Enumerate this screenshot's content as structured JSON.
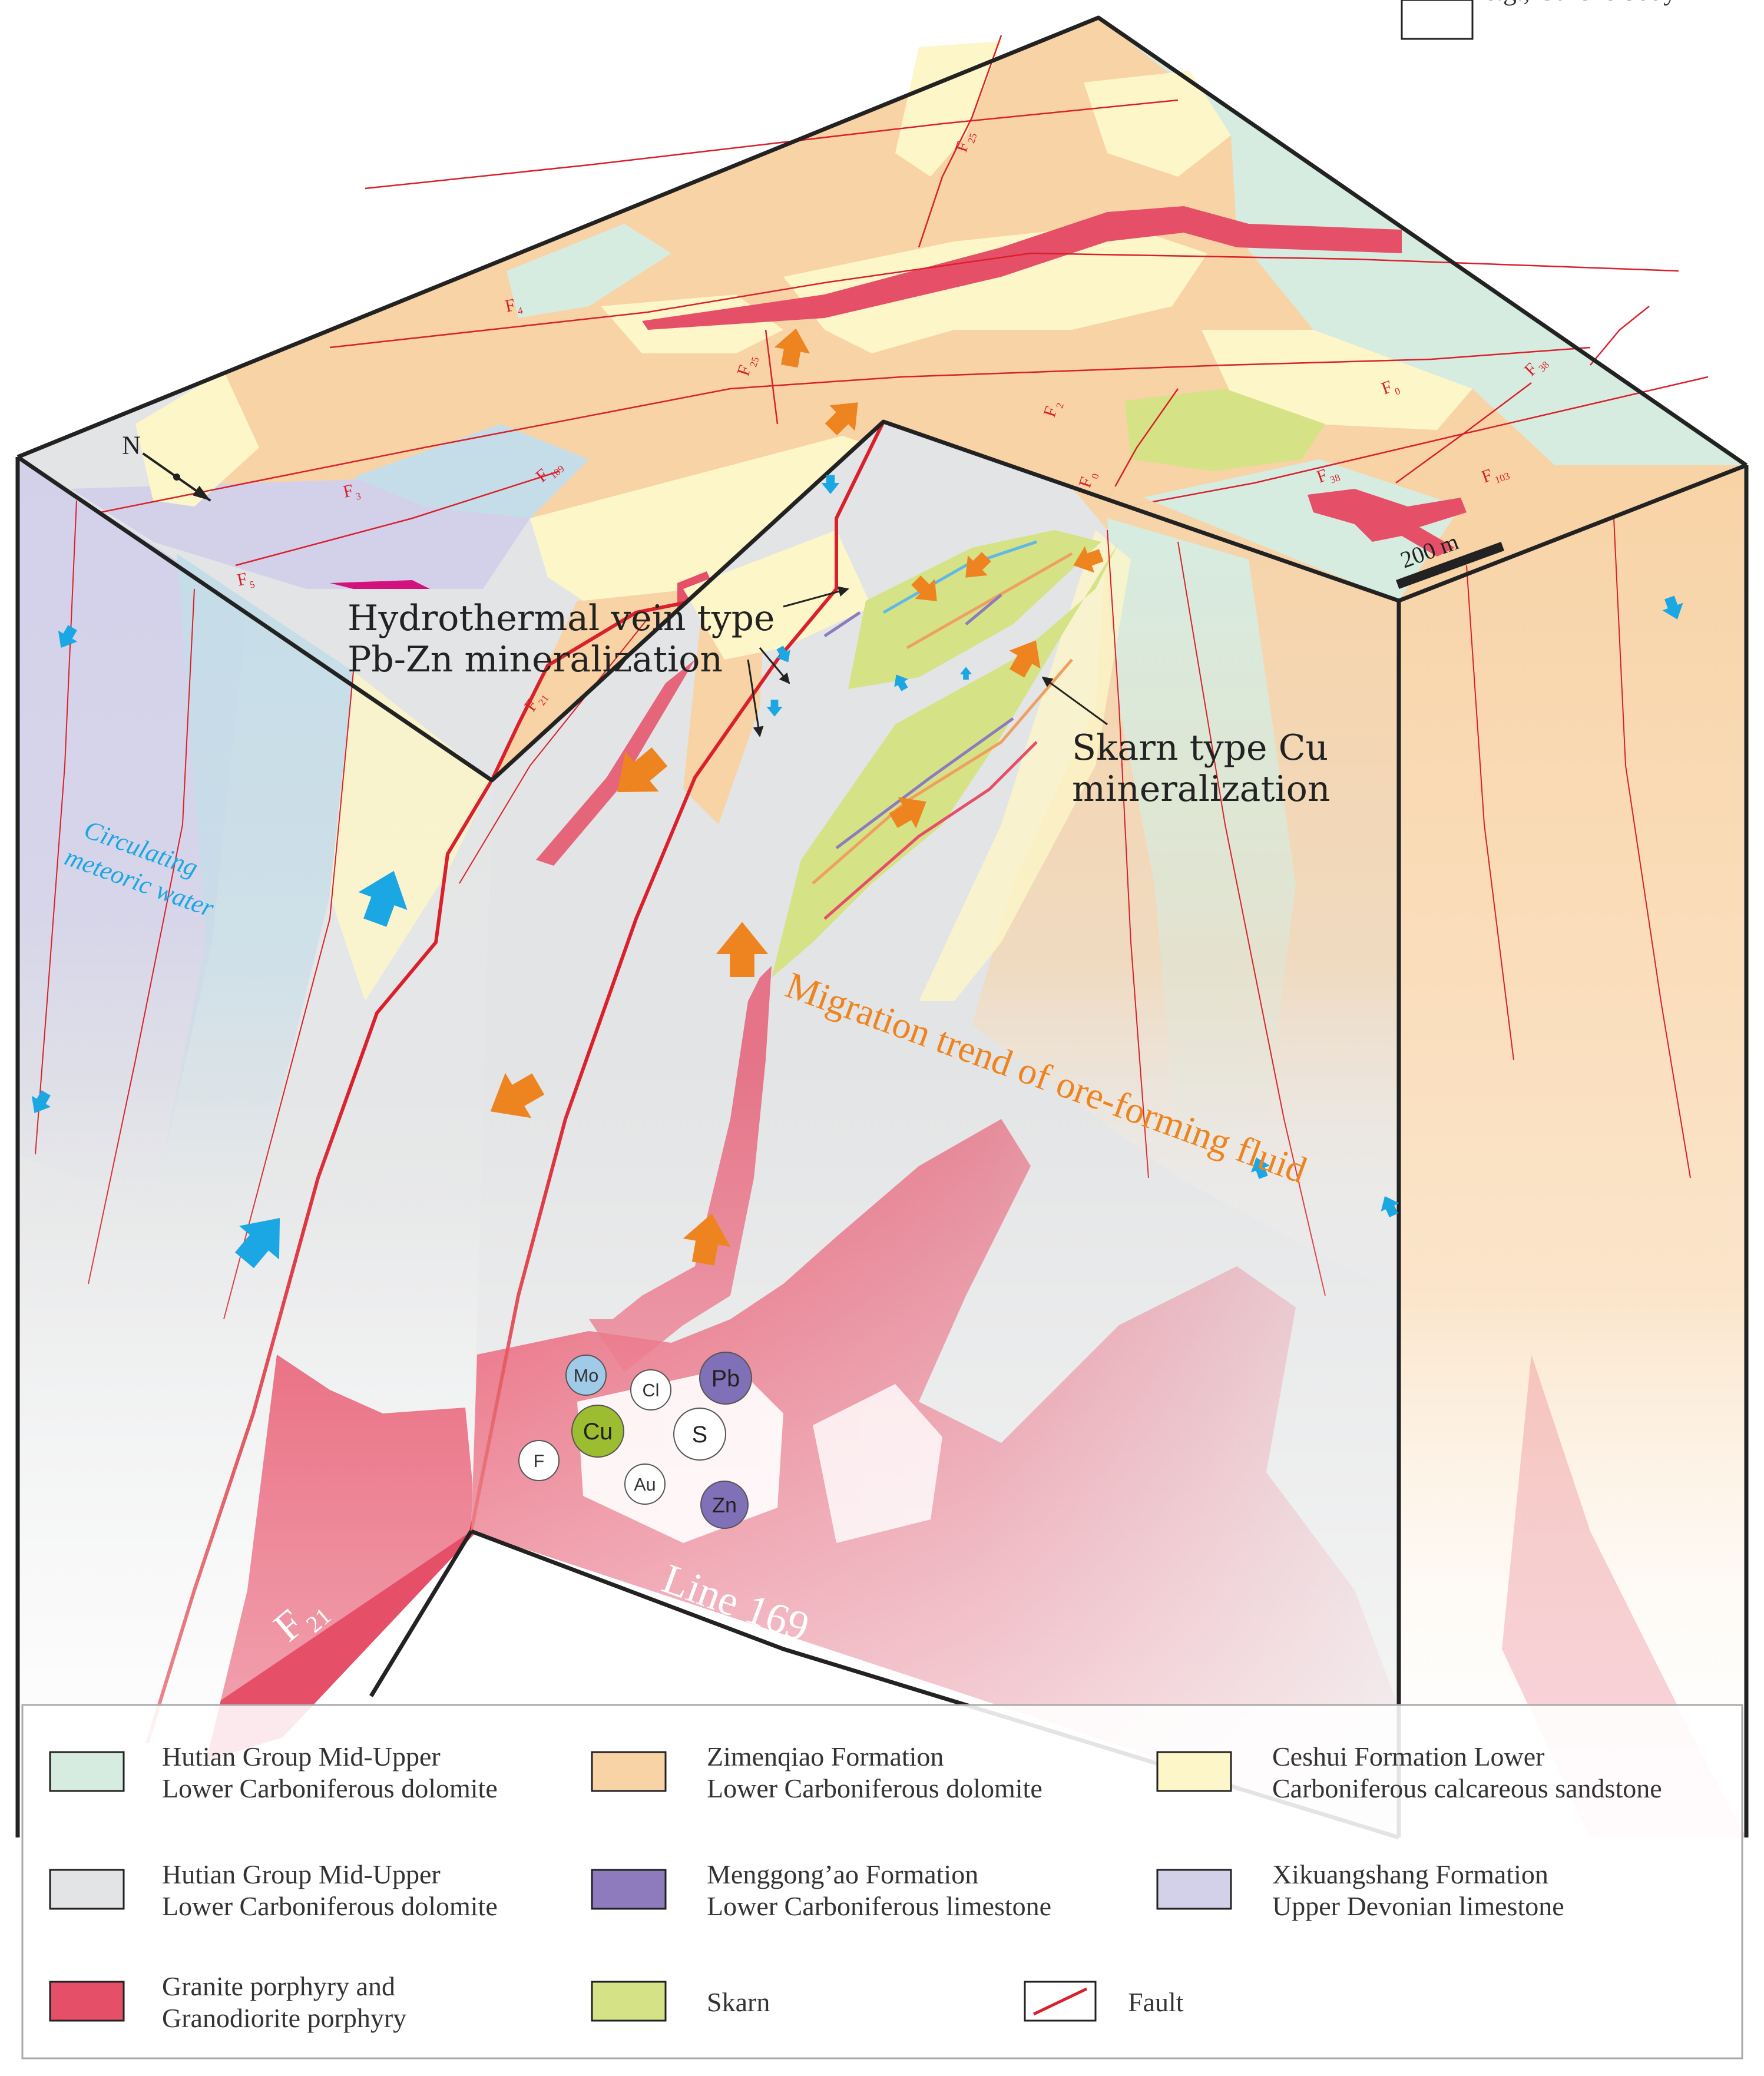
{
  "colors": {
    "hutian_green": "#d6ece1",
    "zimenqiao_orange": "#f8d3a6",
    "ceshui_yellow": "#fdf6c8",
    "hutian_grey": "#e3e4e5",
    "menggongao_purple": "#8d7bbd",
    "xikuangshang_lavender": "#d3d1ea",
    "granite_red": "#e54f68",
    "skarn_green": "#d5e286",
    "fault_red": "#d9202b",
    "arrow_orange": "#ee8420",
    "arrow_blue": "#1aa7e3"
  },
  "faults": {
    "f4": {
      "main": "F",
      "sub": "4"
    },
    "f25_top": {
      "main": "F",
      "sub": "25"
    },
    "f25": {
      "main": "F",
      "sub": "25"
    },
    "f2": {
      "main": "F",
      "sub": "2"
    },
    "f0_top": {
      "main": "F",
      "sub": "0"
    },
    "f0": {
      "main": "F",
      "sub": "0"
    },
    "f38_top": {
      "main": "F",
      "sub": "38"
    },
    "f38": {
      "main": "F",
      "sub": "38"
    },
    "f103": {
      "main": "F",
      "sub": "103"
    },
    "f109": {
      "main": "F",
      "sub": "109"
    },
    "f3": {
      "main": "F",
      "sub": "3"
    },
    "f5": {
      "main": "F",
      "sub": "5"
    },
    "f21": {
      "main": "F",
      "sub": "21"
    },
    "f21_big": {
      "main": "F",
      "sub": "21"
    }
  },
  "north": "N",
  "scale_bar": "200 m",
  "callouts": {
    "hydrothermal_line1": "Hydrothermal vein type",
    "hydrothermal_line2": "Pb-Zn mineralization",
    "skarn_line1": "Skarn type Cu",
    "skarn_line2": "mineralization",
    "meteoric_line1": "Circulating",
    "meteoric_line2": "meteoric water",
    "migration": "Migration trend of ore-forming fluid",
    "line169": "Line 169"
  },
  "elements": [
    {
      "symbol": "Mo",
      "color": "#9fcbe8",
      "text_color": "#333333"
    },
    {
      "symbol": "Cl",
      "color": "#ffffff",
      "text_color": "#333333"
    },
    {
      "symbol": "Pb",
      "color": "#8070b7",
      "text_color": "#222222"
    },
    {
      "symbol": "Cu",
      "color": "#9cbd2f",
      "text_color": "#222222"
    },
    {
      "symbol": "S",
      "color": "#ffffff",
      "text_color": "#222222"
    },
    {
      "symbol": "F",
      "color": "#ffffff",
      "text_color": "#333333"
    },
    {
      "symbol": "Au",
      "color": "#ffffff",
      "text_color": "#333333"
    },
    {
      "symbol": "Zn",
      "color": "#8070b7",
      "text_color": "#222222"
    }
  ],
  "legend": [
    {
      "line1": "Hutian Group Mid-Upper",
      "line2": "Lower Carboniferous dolomite",
      "color": "#d6ece1"
    },
    {
      "line1": "Zimenqiao Formation",
      "line2": "Lower Carboniferous dolomite",
      "color": "#f8d3a6"
    },
    {
      "line1": "Ceshui Formation Lower",
      "line2": "Carboniferous calcareous sandstone",
      "color": "#fdf6c8"
    },
    {
      "line1": "Hutian Group Mid-Upper",
      "line2": "Lower Carboniferous dolomite",
      "color": "#e3e4e5"
    },
    {
      "line1": "Menggong’ao Formation",
      "line2": "Lower Carboniferous limestone",
      "color": "#8d7bbd"
    },
    {
      "line1": "Xikuangshang Formation",
      "line2": "Upper Devonian limestone",
      "color": "#d3d1ea"
    },
    {
      "line1": "Granite porphyry and",
      "line2": "Granodiorite porphyry",
      "color": "#e54f68"
    },
    {
      "line1": "Skarn",
      "line2": "",
      "color": "#d5e286"
    },
    {
      "line1": "Fault",
      "line2": "",
      "color": "#d9202b"
    },
    {
      "line1": "e.g., Cu Ore  body",
      "line2": "",
      "color": "#efa060"
    }
  ]
}
